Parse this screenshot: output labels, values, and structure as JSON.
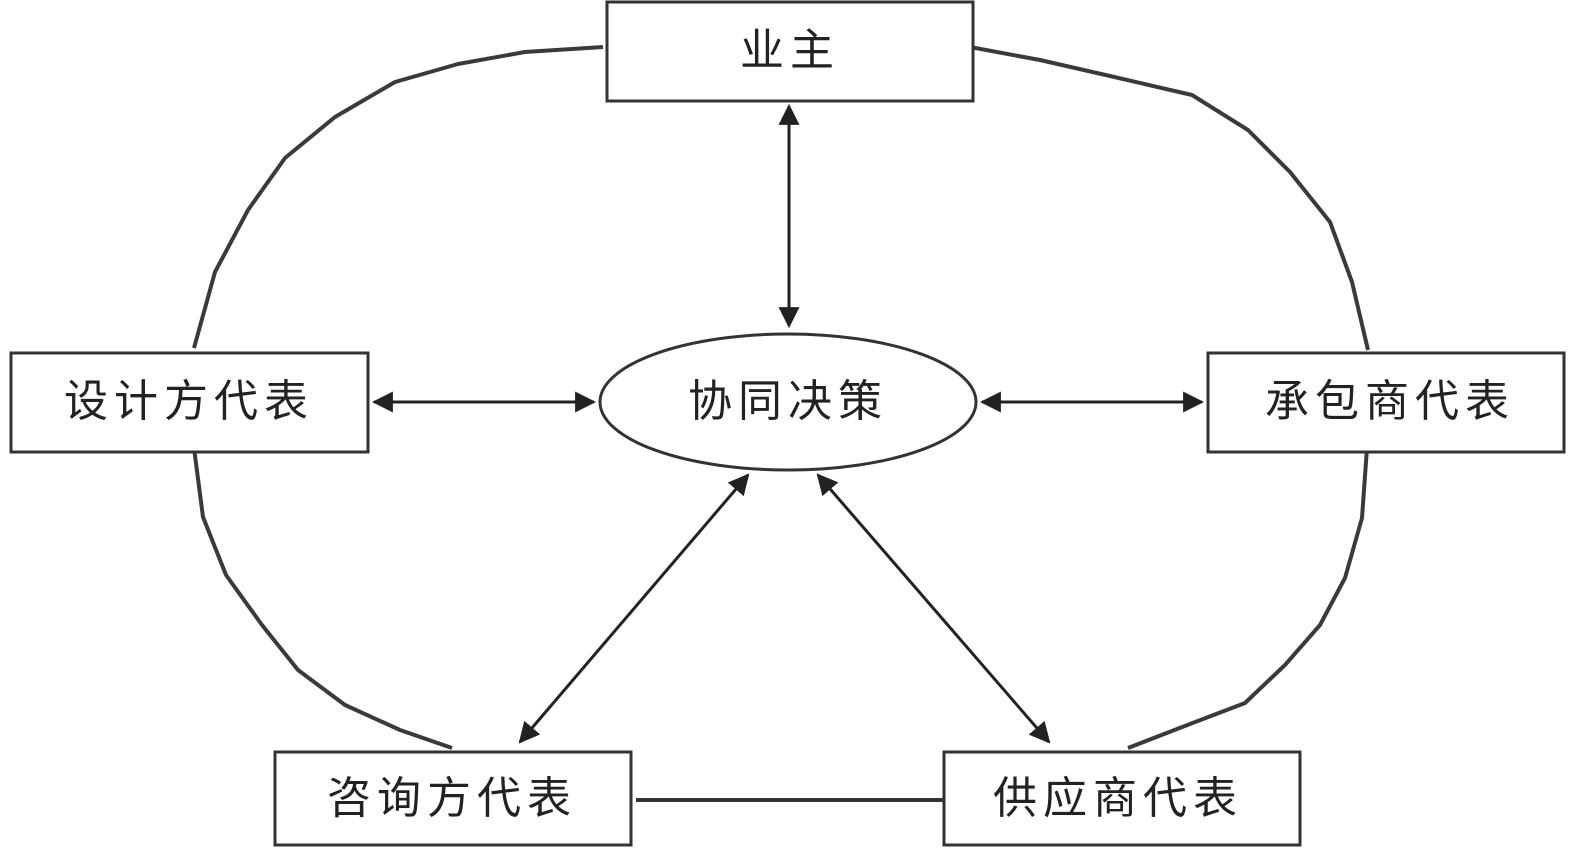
{
  "nodes": {
    "owner": "业主",
    "center": "协同决策",
    "designer": "设计方代表",
    "contractor": "承包商代表",
    "consultant": "咨询方代表",
    "supplier": "供应商代表"
  },
  "colors": {
    "line": "#333333",
    "text": "#222222",
    "background": "#ffffff"
  }
}
